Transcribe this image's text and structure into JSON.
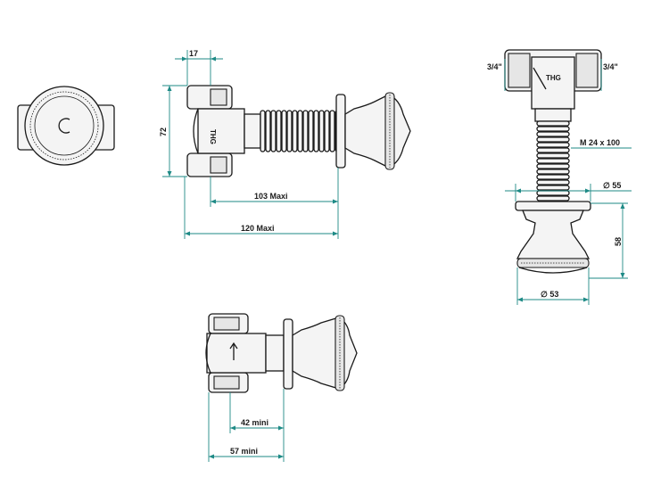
{
  "dimensions": {
    "d17": "17",
    "d72": "72",
    "d103": "103  Maxi",
    "d120": "120  Maxi",
    "d42": "42  mini",
    "d57": "57  mini",
    "thread_left": "3/4\"",
    "thread_right": "3/4\"",
    "thread_m": "M  24  x 100",
    "dia55": "∅  55",
    "d58": "58",
    "dia53": "∅  53"
  },
  "brand_mark": "THG",
  "colors": {
    "dimension": "#1e8a86",
    "outline": "#1a1a1a"
  }
}
